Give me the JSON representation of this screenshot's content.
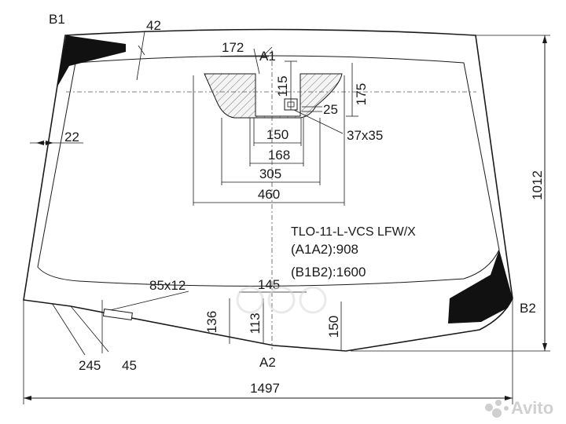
{
  "corner_labels": {
    "b1": "B1",
    "b2": "B2",
    "a1": "A1",
    "a2": "A2"
  },
  "dimensions": {
    "d42": "42",
    "d172": "172",
    "d115": "115",
    "d175": "175",
    "d25": "25",
    "d37x35": "37x35",
    "d22": "22",
    "d150_top": "150",
    "d168": "168",
    "d305": "305",
    "d460": "460",
    "d1012": "1012",
    "d85x12": "85x12",
    "d145": "145",
    "d136": "136",
    "d113": "113",
    "d150_bottom": "150",
    "d245": "245",
    "d45": "45",
    "d1497": "1497"
  },
  "info": {
    "code": "TLO-11-L-VCS LFW/X",
    "a1a2": "(A1A2):908",
    "b1b2": "(B1B2):1600"
  },
  "watermark": {
    "brand": "Avito"
  }
}
